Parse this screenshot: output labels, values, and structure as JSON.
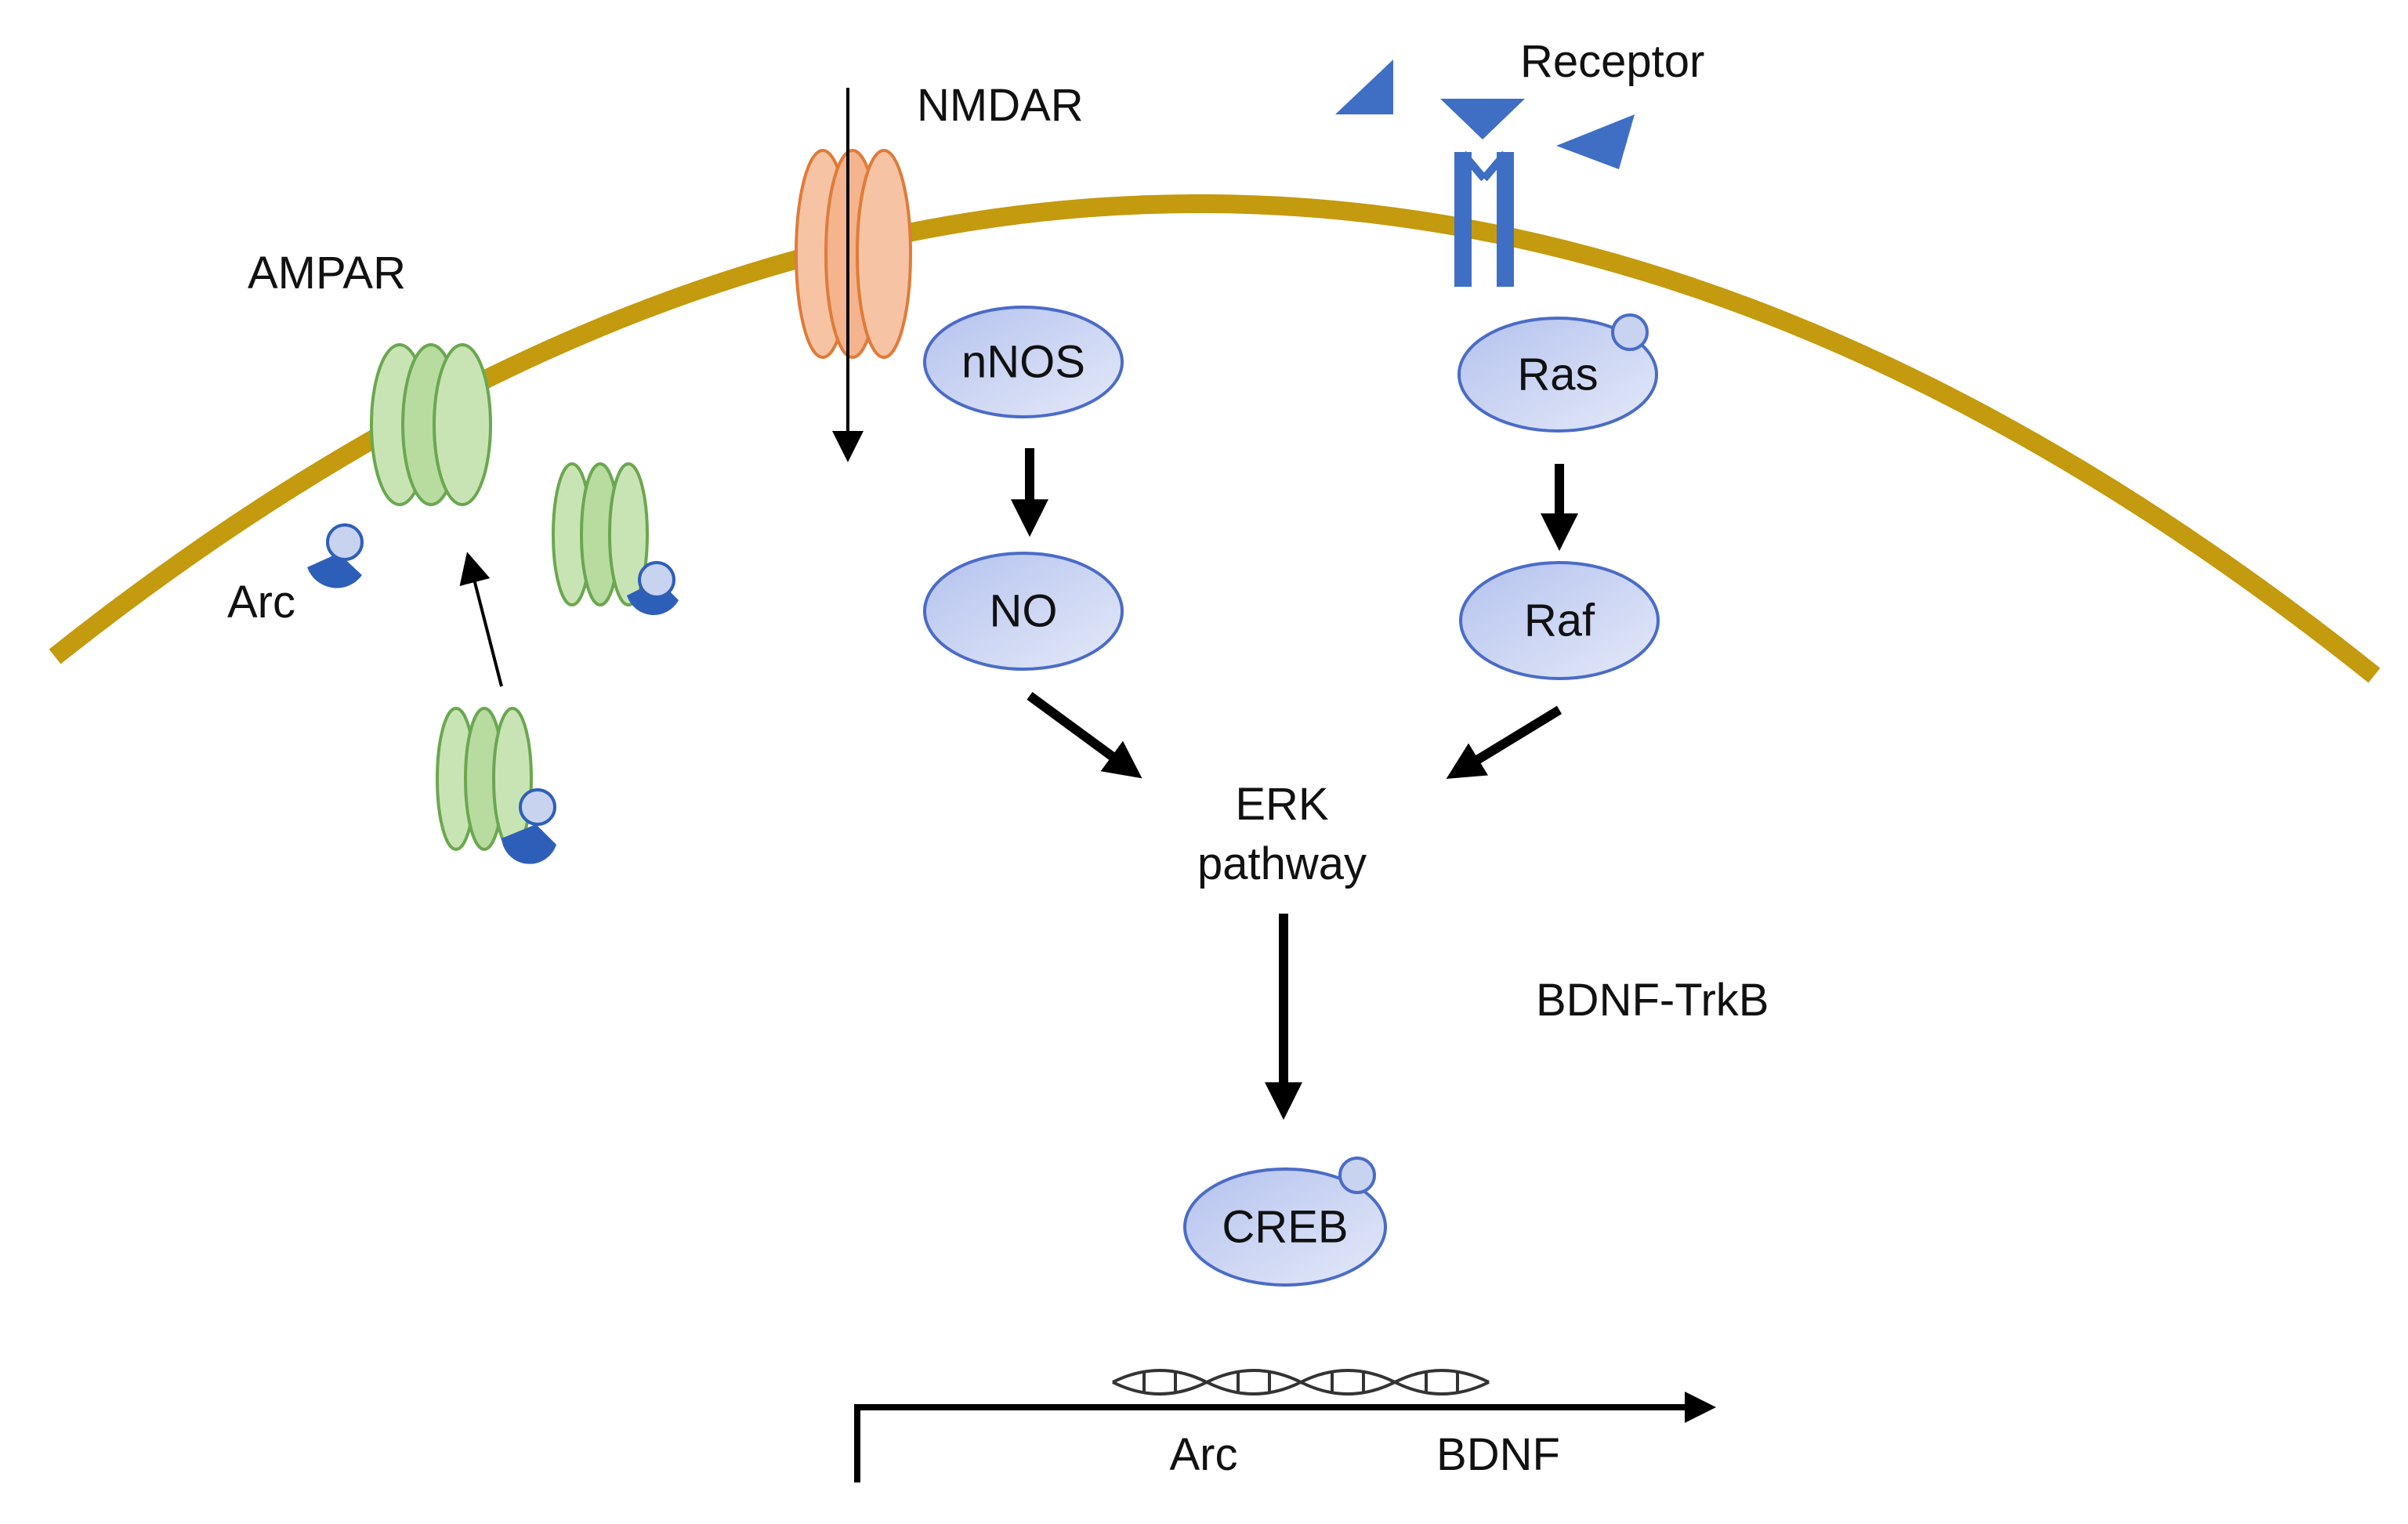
{
  "labels": {
    "ampar": "AMPAR",
    "nmdar": "NMDAR",
    "receptor": "Receptor",
    "arc_protein": "Arc",
    "erk_line1": "ERK",
    "erk_line2": "pathway",
    "bdnf_trkb": "BDNF-TrkB",
    "gene_arc": "Arc",
    "gene_bdnf": "BDNF"
  },
  "nodes": {
    "nnos": "nNOS",
    "no": "NO",
    "ras": "Ras",
    "raf": "Raf",
    "creb": "CREB"
  },
  "colors": {
    "membrane": "#c49a0e",
    "ampar_fill": "#c9e4b4",
    "ampar_stroke": "#6aa84f",
    "nmdar_fill": "#f6c4a4",
    "nmdar_stroke": "#e07b39",
    "node_fill": "#c8d3f0",
    "node_stroke": "#4a6cc8",
    "ligand": "#3f6fc4",
    "arc_dark": "#2e5fb8",
    "arc_light": "#c8d3f0",
    "arrow": "#000000"
  }
}
